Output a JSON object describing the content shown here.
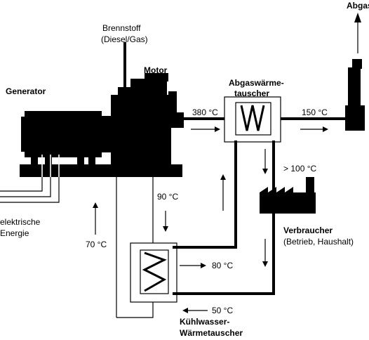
{
  "labels": {
    "generator": "Generator",
    "fuel_line1": "Brennstoff",
    "fuel_line2": "(Diesel/Gas)",
    "motor": "Motor",
    "exhaust_exchanger_line1": "Abgaswärme-",
    "exhaust_exchanger_line2": "tauscher",
    "exhaust": "Abgas",
    "electric_line1": "elektrische",
    "electric_line2": "Energie",
    "consumer": "Verbraucher",
    "consumer_sub": "(Betrieb, Haushalt)",
    "cooling_exchanger_line1": "Kühlwasser-",
    "cooling_exchanger_line2": "Wärmetauscher"
  },
  "temperatures": {
    "t380": "380 °C",
    "t150": "150 °C",
    "t100": "> 100 °C",
    "t90": "90 °C",
    "t70": "70 °C",
    "t80": "80 °C",
    "t50": "50 °C"
  },
  "colors": {
    "fill": "#000000",
    "background": "#ffffff"
  }
}
